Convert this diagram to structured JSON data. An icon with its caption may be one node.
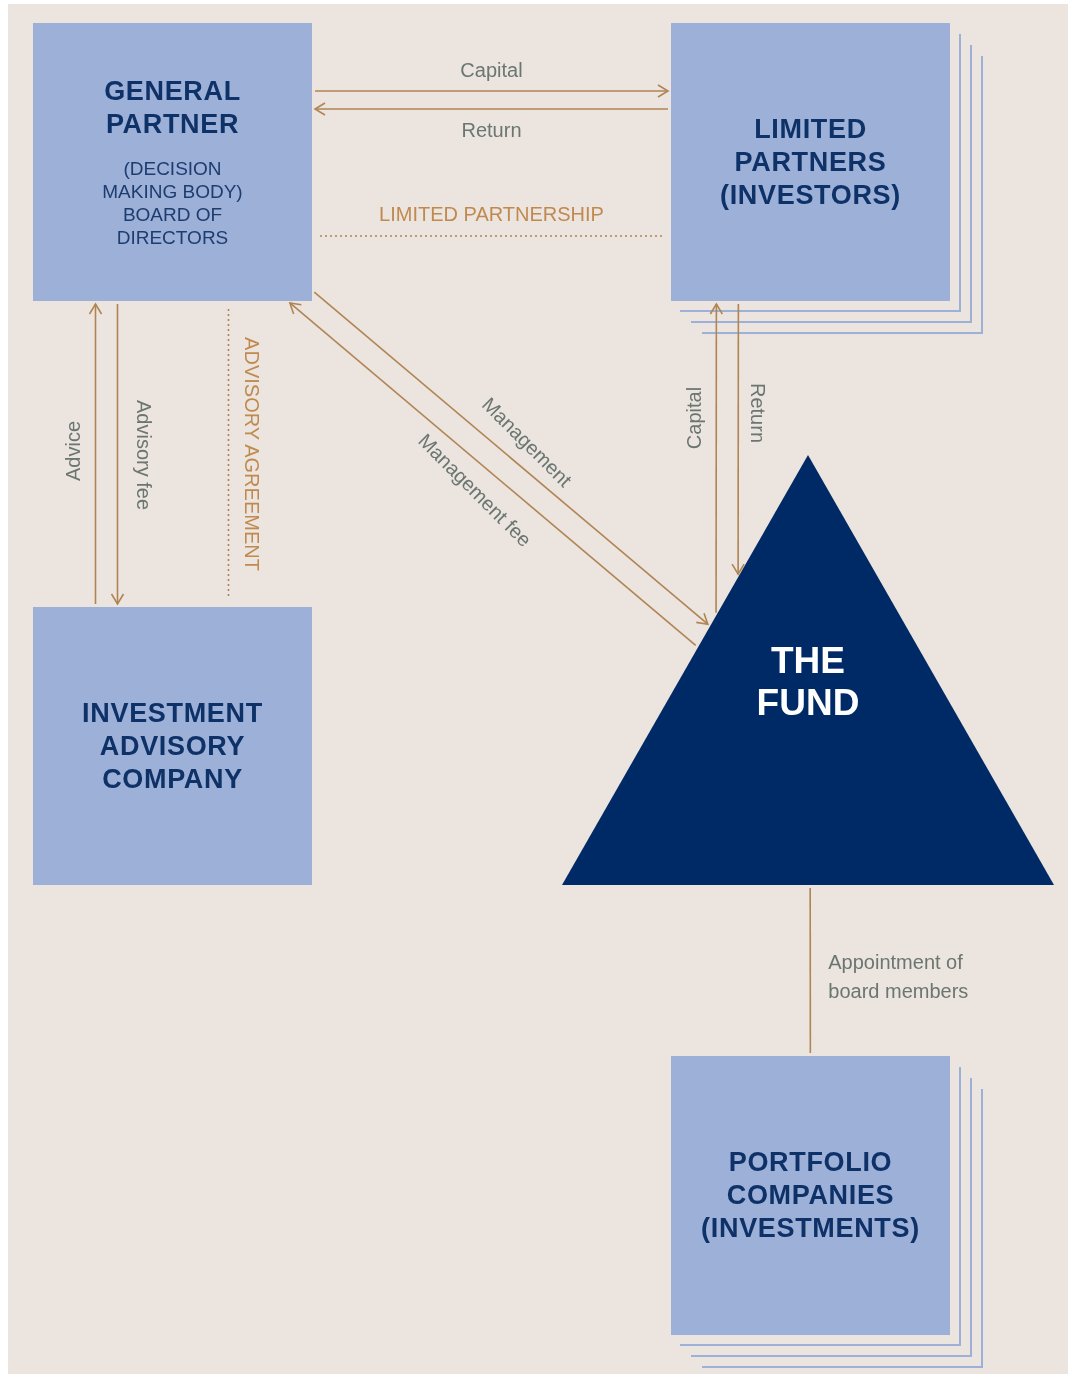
{
  "diagram": {
    "nodes": [
      {
        "text": [
          "GENERAL PARTNER",
          "(DECISION MAKING BODY) BOARD OF DIRECTORS"
        ]
      },
      {
        "text": [
          "LIMITED PARTNERS (INVESTORS)"
        ]
      },
      {
        "text": [
          "INVESTMENT ADVISORY COMPANY"
        ]
      },
      {
        "text": [
          "THE FUND"
        ]
      },
      {
        "text": [
          "PORTFOLIO COMPANIES (INVESTMENTS)"
        ]
      }
    ],
    "edges": [
      {
        "from": 0,
        "to": 1,
        "arrow": "to",
        "label": "Capital"
      },
      {
        "from": 1,
        "to": 0,
        "arrow": "to",
        "label": "Return"
      },
      {
        "from": 0,
        "to": 1,
        "arrow": "none",
        "label": "LIMITED PARTNERSHIP",
        "style": "dashed"
      },
      {
        "from": 2,
        "to": 0,
        "arrow": "to",
        "label": "Advice"
      },
      {
        "from": 0,
        "to": 2,
        "arrow": "to",
        "label": "Advisory fee"
      },
      {
        "from": 0,
        "to": 2,
        "arrow": "none",
        "label": "ADVISORY AGREEMENT",
        "style": "dashed"
      },
      {
        "from": 0,
        "to": 3,
        "arrow": "to",
        "label": "Management"
      },
      {
        "from": 3,
        "to": 0,
        "arrow": "to",
        "label": "Management fee"
      },
      {
        "from": 3,
        "to": 1,
        "arrow": "to",
        "label": "Capital"
      },
      {
        "from": 1,
        "to": 3,
        "arrow": "to",
        "label": "Return"
      },
      {
        "from": 3,
        "to": 4,
        "arrow": "none",
        "label": "Appointment of board members"
      }
    ]
  }
}
